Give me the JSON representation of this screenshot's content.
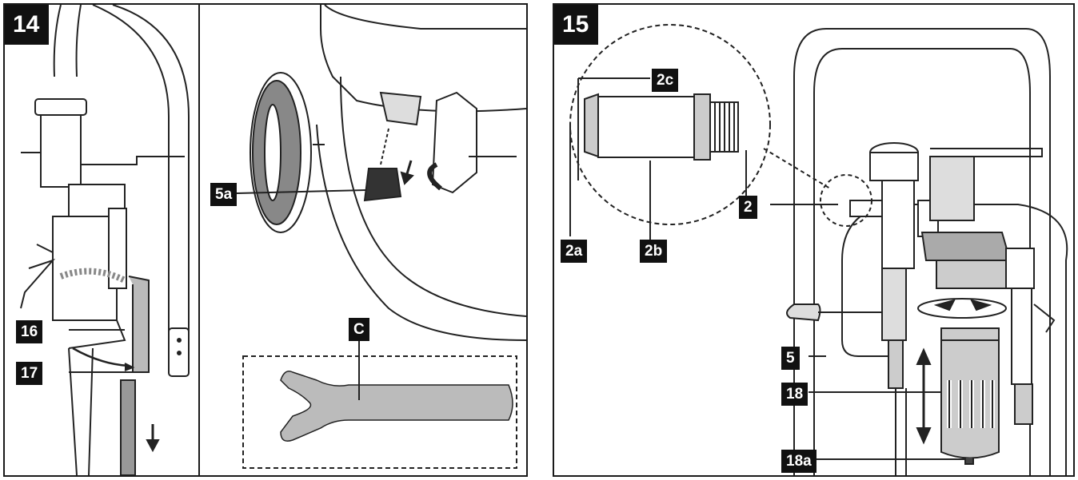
{
  "figure14": {
    "step": "14",
    "labels": {
      "l16": "16",
      "l17": "17",
      "l5a": "5a",
      "lC": "C"
    }
  },
  "figure15": {
    "step": "15",
    "labels": {
      "l2c": "2c",
      "l2": "2",
      "l2a": "2a",
      "l2b": "2b",
      "l5": "5",
      "l18": "18",
      "l18a": "18a"
    }
  }
}
